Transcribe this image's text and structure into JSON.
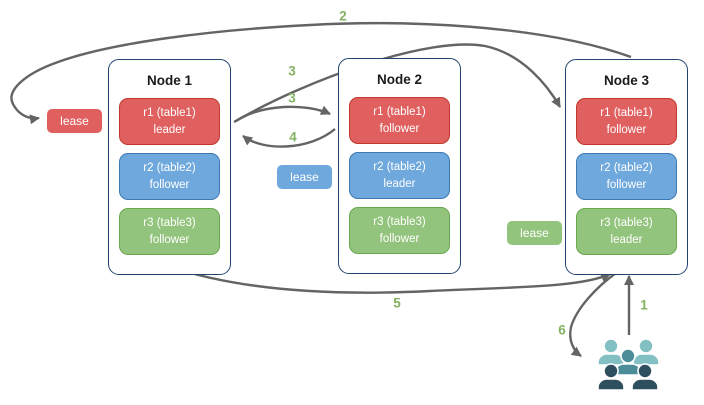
{
  "nodes": [
    {
      "title": "Node 1",
      "ranges": [
        {
          "label": "r1 (table1)",
          "role": "leader",
          "color": "#e06060"
        },
        {
          "label": "r2 (table2)",
          "role": "follower",
          "color": "#6fa8dc"
        },
        {
          "label": "r3 (table3)",
          "role": "follower",
          "color": "#93c47d"
        }
      ]
    },
    {
      "title": "Node 2",
      "ranges": [
        {
          "label": "r1 (table1)",
          "role": "follower",
          "color": "#e06060"
        },
        {
          "label": "r2 (table2)",
          "role": "leader",
          "color": "#6fa8dc"
        },
        {
          "label": "r3 (table3)",
          "role": "follower",
          "color": "#93c47d"
        }
      ]
    },
    {
      "title": "Node 3",
      "ranges": [
        {
          "label": "r1 (table1)",
          "role": "follower",
          "color": "#e06060"
        },
        {
          "label": "r2 (table2)",
          "role": "follower",
          "color": "#6fa8dc"
        },
        {
          "label": "r3 (table3)",
          "role": "leader",
          "color": "#93c47d"
        }
      ]
    }
  ],
  "leases": [
    {
      "label": "lease",
      "color": "#e06060"
    },
    {
      "label": "lease",
      "color": "#6fa8dc"
    },
    {
      "label": "lease",
      "color": "#93c47d"
    }
  ],
  "steps": {
    "s1": "1",
    "s2": "2",
    "s3a": "3",
    "s3b": "3",
    "s4": "4",
    "s5": "5",
    "s6": "6"
  },
  "icons": {
    "users": "users-icon"
  },
  "colors": {
    "range_red": "#e06060",
    "range_blue": "#6fa8dc",
    "range_green": "#93c47d",
    "node_border": "#234472",
    "arrow": "#646464",
    "step_label": "#82b261",
    "users_light": "#82c0c3",
    "users_medium": "#4d8d99",
    "users_dark": "#2e4f5e"
  }
}
